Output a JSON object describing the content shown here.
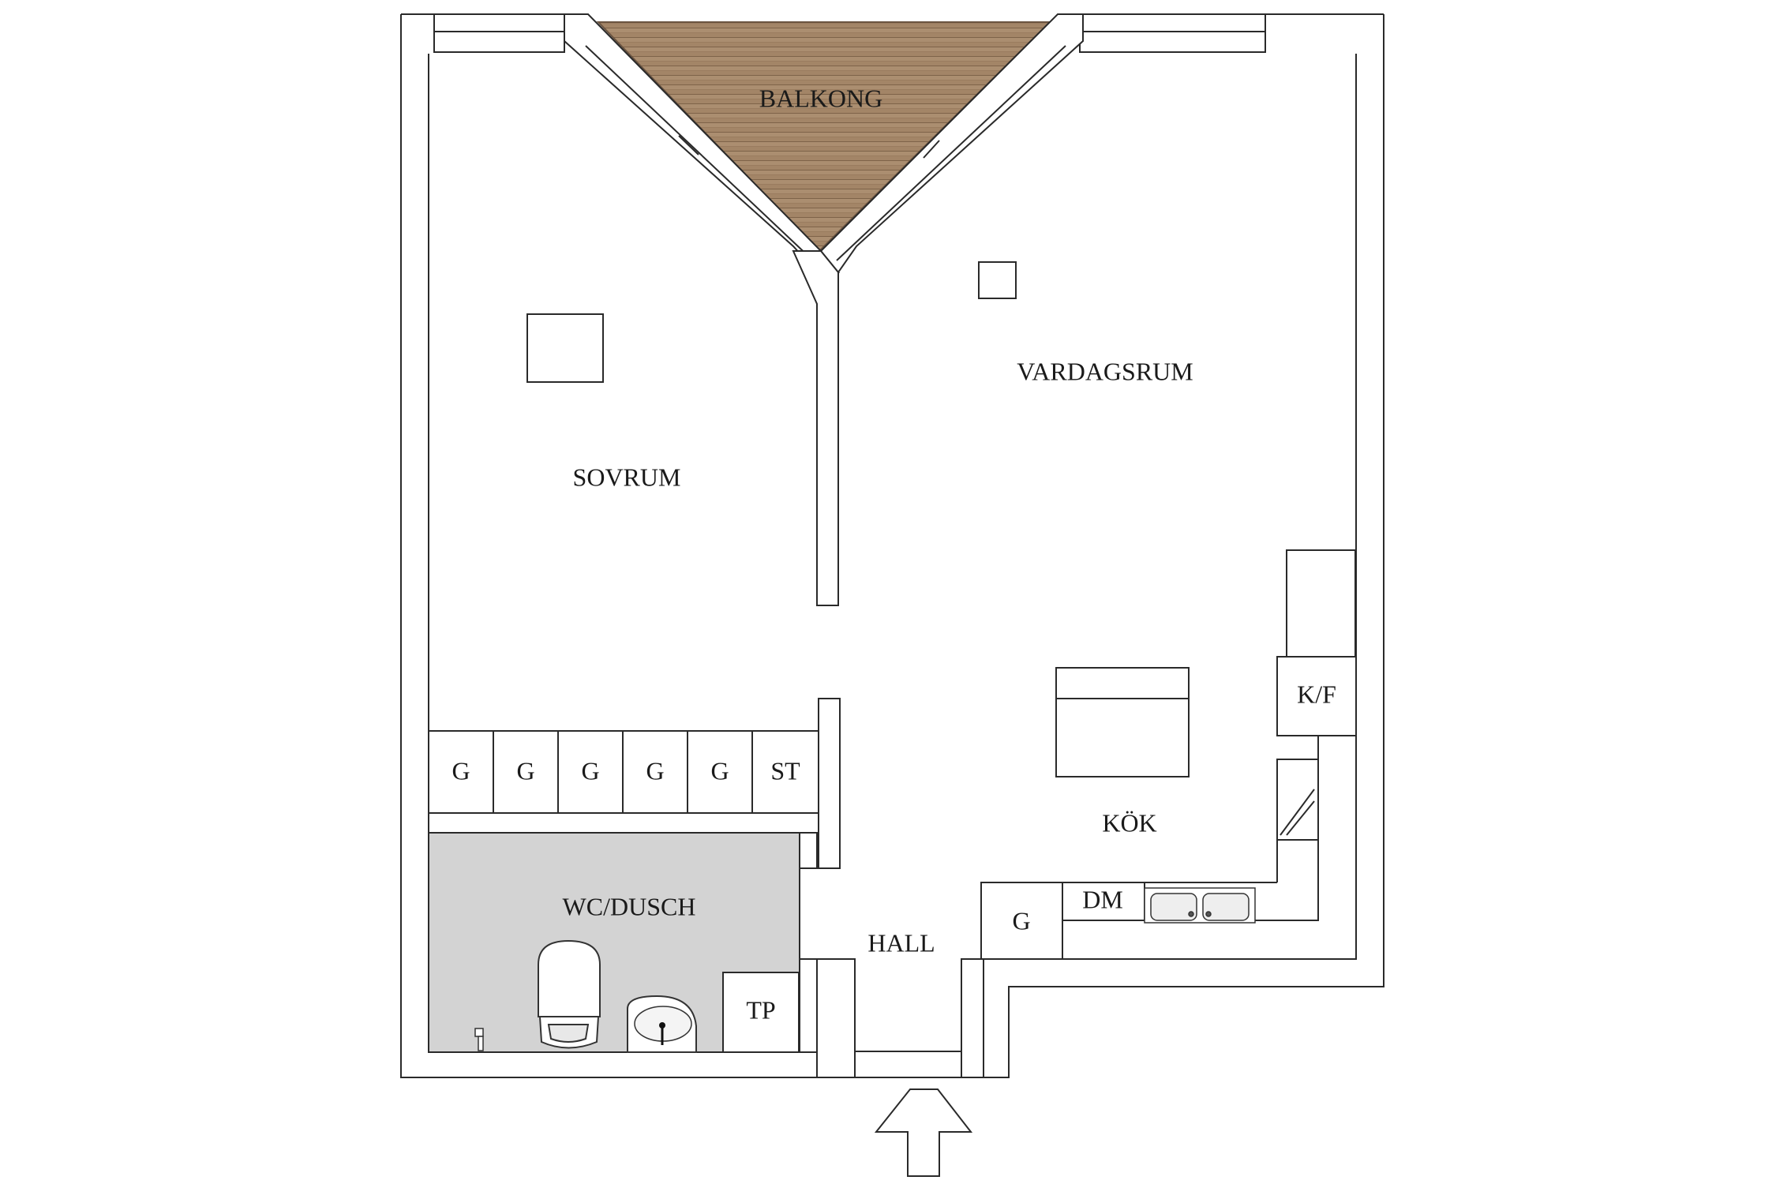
{
  "rooms": {
    "balkong": "BALKONG",
    "vardagsrum": "VARDAGSRUM",
    "sovrum": "SOVRUM",
    "kok": "KÖK",
    "hall": "HALL",
    "wc_dusch": "WC/DUSCH"
  },
  "fixtures": {
    "wardrobes": [
      "G",
      "G",
      "G",
      "G",
      "G",
      "ST"
    ],
    "fridge_freezer": "K/F",
    "dishwasher": "DM",
    "kitchen_cabinet": "G",
    "laundry": "TP"
  },
  "colors": {
    "wall_line": "#2a2a2a",
    "balcony_deck": "#a08364",
    "bathroom_floor": "#d3d3d3"
  },
  "icons": {
    "entrance": "up-arrow-icon",
    "toilet": "toilet-icon",
    "sink": "washbasin-icon",
    "kitchen_sink": "double-sink-icon",
    "floor_drain": "floor-drain-icon"
  }
}
